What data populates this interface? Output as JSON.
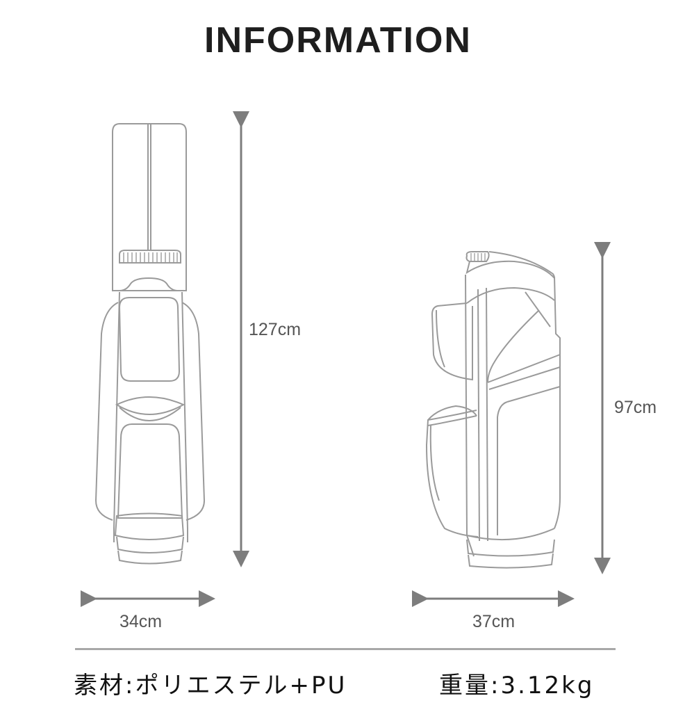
{
  "header": {
    "title": "INFORMATION"
  },
  "dimensions": {
    "front_height": "127cm",
    "front_width": "34cm",
    "side_height": "97cm",
    "side_width": "37cm"
  },
  "specs": {
    "material": "素材:ポリエステル+PU",
    "weight": "重量:3.12kg"
  },
  "colors": {
    "line": "#9a9a9a",
    "arrow": "#7d7d7d",
    "title": "#1e1e1e"
  }
}
